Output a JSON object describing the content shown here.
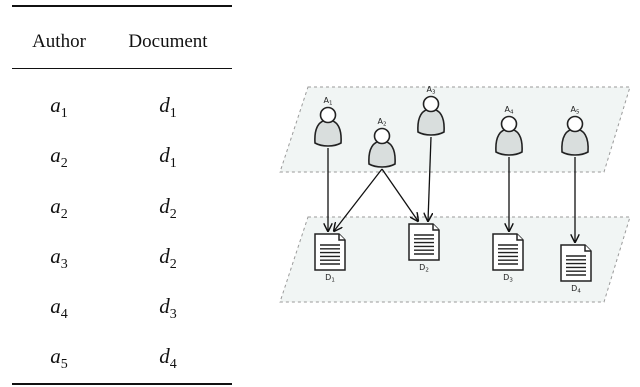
{
  "table": {
    "headers": {
      "author": "Author",
      "document": "Document"
    },
    "rows": [
      {
        "author": {
          "base": "a",
          "sub": "1"
        },
        "document": {
          "base": "d",
          "sub": "1"
        }
      },
      {
        "author": {
          "base": "a",
          "sub": "2"
        },
        "document": {
          "base": "d",
          "sub": "1"
        }
      },
      {
        "author": {
          "base": "a",
          "sub": "2"
        },
        "document": {
          "base": "d",
          "sub": "2"
        }
      },
      {
        "author": {
          "base": "a",
          "sub": "3"
        },
        "document": {
          "base": "d",
          "sub": "2"
        }
      },
      {
        "author": {
          "base": "a",
          "sub": "4"
        },
        "document": {
          "base": "d",
          "sub": "3"
        }
      },
      {
        "author": {
          "base": "a",
          "sub": "5"
        },
        "document": {
          "base": "d",
          "sub": "4"
        }
      }
    ]
  },
  "diagram": {
    "authors": [
      {
        "id": "A1",
        "base": "A",
        "sub": "1"
      },
      {
        "id": "A2",
        "base": "A",
        "sub": "2"
      },
      {
        "id": "A3",
        "base": "A",
        "sub": "3"
      },
      {
        "id": "A4",
        "base": "A",
        "sub": "4"
      },
      {
        "id": "A5",
        "base": "A",
        "sub": "5"
      }
    ],
    "documents": [
      {
        "id": "D1",
        "base": "D",
        "sub": "1"
      },
      {
        "id": "D2",
        "base": "D",
        "sub": "2"
      },
      {
        "id": "D3",
        "base": "D",
        "sub": "3"
      },
      {
        "id": "D4",
        "base": "D",
        "sub": "4"
      }
    ],
    "edges": [
      {
        "from": "A1",
        "to": "D1"
      },
      {
        "from": "A2",
        "to": "D1"
      },
      {
        "from": "A2",
        "to": "D2"
      },
      {
        "from": "A3",
        "to": "D2"
      },
      {
        "from": "A4",
        "to": "D3"
      },
      {
        "from": "A5",
        "to": "D4"
      }
    ]
  }
}
